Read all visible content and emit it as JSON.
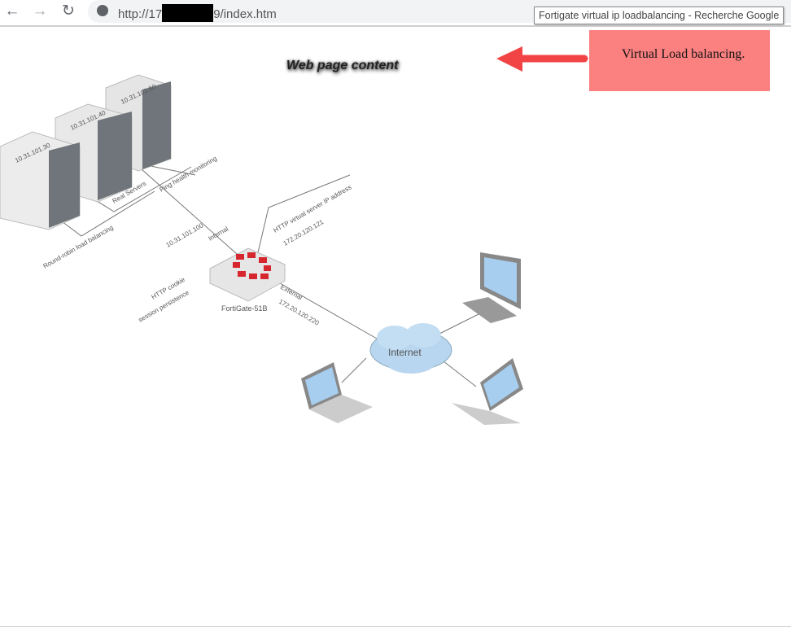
{
  "browser": {
    "back_icon": "arrow-left",
    "forward_icon": "arrow-right",
    "reload_icon": "reload",
    "url_prefix": "http://17",
    "url_suffix": "9/index.htm",
    "tooltip": "Fortigate virtual ip loadbalancing - Recherche Google"
  },
  "page": {
    "heading": "Web page content",
    "note": "Virtual Load balancing.",
    "arrow_color": "#f24444",
    "note_color": "#fb8080"
  },
  "diagram": {
    "servers": [
      "10.31.101.30",
      "10.31.101.40",
      "10.31.101.50"
    ],
    "real_servers": "Real Servers",
    "ping": "Ping health monitoring",
    "round_robin": "Round-robin load balancing",
    "internal": "Internal",
    "internal_ip": "10.31.101.100",
    "vip_label": "HTTP virtual server IP address",
    "vip_ip": "172.20.120.121",
    "cookie_1": "HTTP cookie",
    "cookie_2": "session persistence",
    "device": "FortiGate-51B",
    "external": "External",
    "external_ip": "172.20.120.220",
    "internet": "Internet"
  }
}
